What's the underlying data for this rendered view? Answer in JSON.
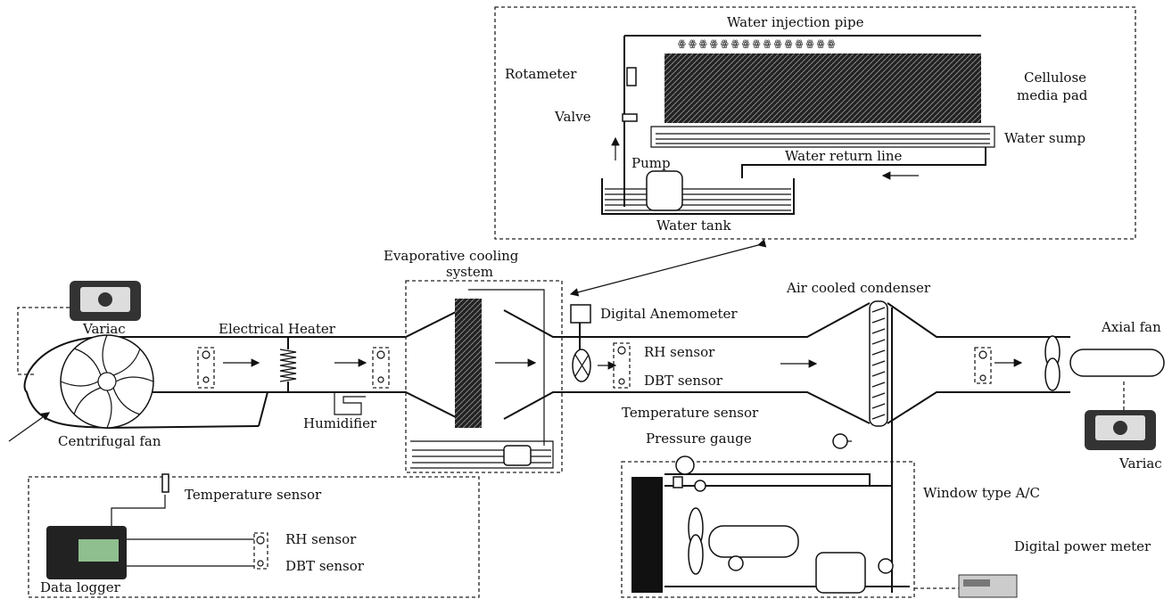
{
  "labels": {
    "water_injection_pipe": "Water injection pipe",
    "rotameter": "Rotameter",
    "cellulose_media_pad_1": "Cellulose",
    "cellulose_media_pad_2": "media pad",
    "valve": "Valve",
    "water_sump": "Water sump",
    "pump": "Pump",
    "water_return_line": "Water return line",
    "water_tank": "Water tank",
    "evaporative_cooling_1": "Evaporative cooling",
    "evaporative_cooling_2": "system",
    "air_cooled_condenser": "Air cooled condenser",
    "digital_anemometer": "Digital Anemometer",
    "variac_left": "Variac",
    "electrical_heater": "Electrical Heater",
    "rh_sensor_duct": "RH sensor",
    "dbt_sensor_duct": "DBT sensor",
    "axial_fan": "Axial fan",
    "humidifier": "Humidifier",
    "centrifugal_fan": "Centrifugal fan",
    "temperature_sensor_ac": "Temperature sensor",
    "pressure_gauge": "Pressure gauge",
    "variac_right": "Variac",
    "window_type_ac": "Window type A/C",
    "temperature_sensor_logger": "Temperature sensor",
    "rh_sensor_logger": "RH sensor",
    "dbt_sensor_logger": "DBT sensor",
    "data_logger": "Data logger",
    "digital_power_meter": "Digital power meter"
  }
}
